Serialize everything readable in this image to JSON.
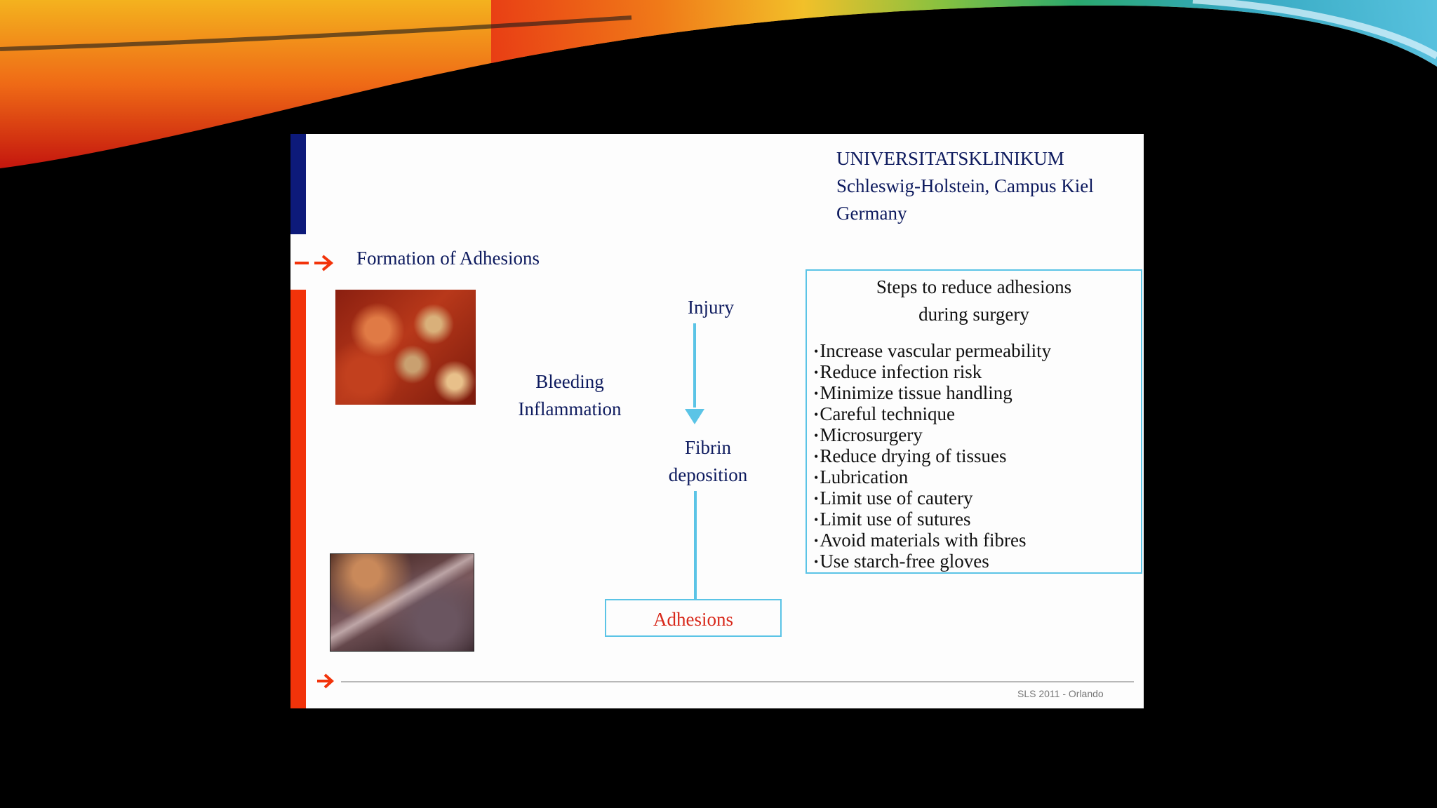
{
  "slide": {
    "header_lines": [
      "UNIVERSITATSKLINIKUM",
      "Schleswig-Holstein, Campus Kiel",
      "Germany"
    ],
    "section_title": "Formation of Adhesions",
    "flow": {
      "injury": "Injury",
      "bleeding_lines": [
        "Bleeding",
        "Inflammation"
      ],
      "fibrin_lines": [
        "Fibrin",
        "deposition"
      ],
      "adhesions": "Adhesions"
    },
    "steps_box": {
      "title_lines": [
        "Steps to reduce adhesions",
        "during surgery"
      ],
      "items": [
        "Increase vascular permeability",
        "Reduce infection risk",
        "Minimize tissue handling",
        "Careful technique",
        "Microsurgery",
        "Reduce drying of tissues",
        "Lubrication",
        "Limit use of cautery",
        "Limit use of sutures",
        "Avoid materials with fibres",
        "Use starch-free gloves"
      ]
    },
    "footer": "SLS 2011 - Orlando"
  },
  "colors": {
    "background": "#000000",
    "slide_bg": "#fdfdfd",
    "accent_blue_bar": "#0d1a7a",
    "accent_red_bar": "#f2330a",
    "flow_line": "#5bc4e6",
    "adhesions_text": "#d8281a",
    "heading_text": "#0d1a5e"
  },
  "icons": [
    "red-arrow-icon",
    "flow-arrow-icon"
  ]
}
